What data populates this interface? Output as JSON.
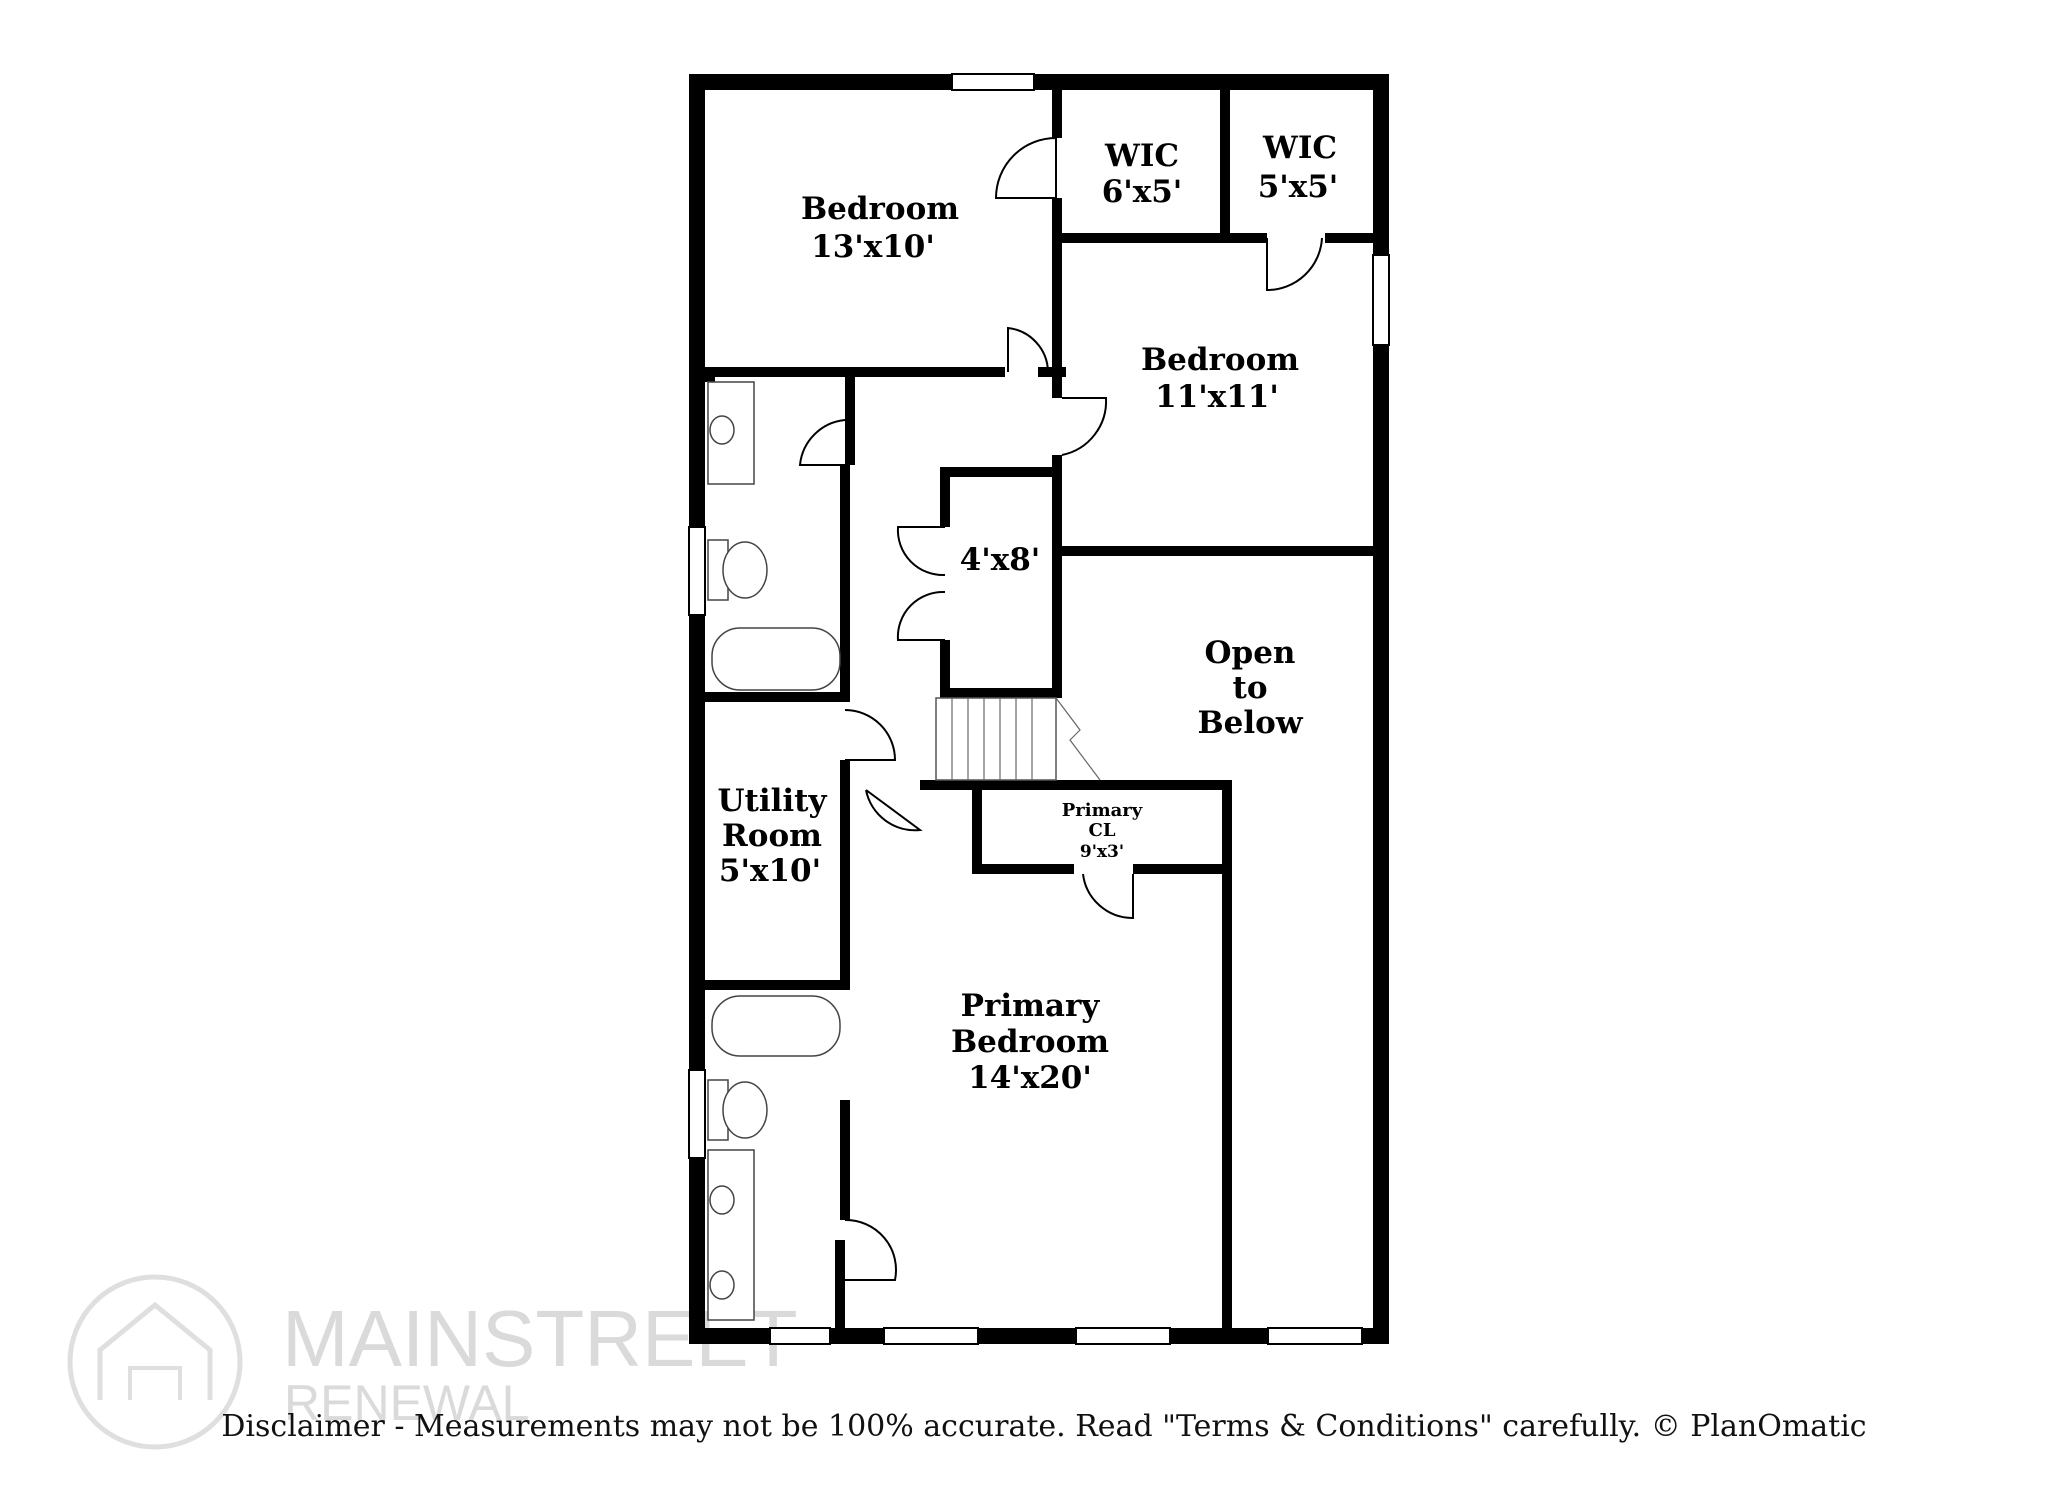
{
  "rooms": {
    "bedroom_nw": {
      "name": "Bedroom",
      "size": "13'x10'"
    },
    "wic_1": {
      "name": "WIC",
      "size": "6'x5'"
    },
    "wic_2": {
      "name": "WIC",
      "size": "5'x5'"
    },
    "bedroom_ne": {
      "name": "Bedroom",
      "size": "11'x11'"
    },
    "closet": {
      "size": "4'x8'"
    },
    "open_to_below": {
      "line1": "Open",
      "line2": "to",
      "line3": "Below"
    },
    "utility": {
      "line1": "Utility",
      "line2": "Room",
      "size": "5'x10'"
    },
    "primary_cl": {
      "line1": "Primary",
      "line2": "CL",
      "size": "9'x3'"
    },
    "primary_bedroom": {
      "line1": "Primary",
      "line2": "Bedroom",
      "size": "14'x20'"
    }
  },
  "watermark": {
    "line1": "MAINSTREET",
    "line2": "RENEWAL"
  },
  "disclaimer": "Disclaimer - Measurements may not be 100% accurate. Read \"Terms & Conditions\" carefully. © PlanOmatic"
}
